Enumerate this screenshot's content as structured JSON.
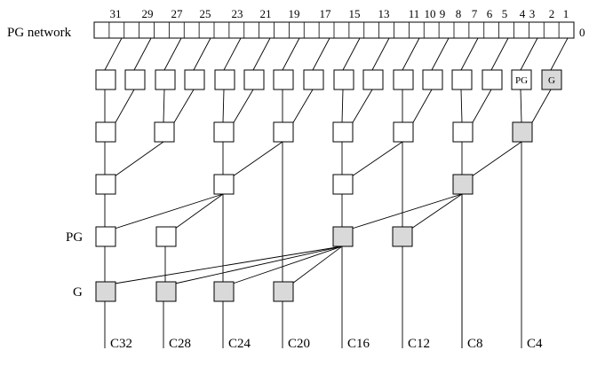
{
  "diagram": {
    "title": "PG network",
    "bit_labels": [
      "31",
      "29",
      "27",
      "25",
      "23",
      "21",
      "19",
      "17",
      "15",
      "13",
      "11",
      "10",
      "9",
      "8",
      "7",
      "6",
      "5",
      "4",
      "3",
      "2",
      "1"
    ],
    "zero_label": "0",
    "pg_level_label": "PG",
    "g_level_label": "G",
    "pg_node_text": "PG",
    "g_node_text": "G",
    "outputs": [
      "C32",
      "C28",
      "C24",
      "C20",
      "C16",
      "C12",
      "C8",
      "C4"
    ],
    "colors": {
      "node_fill": "#ffffff",
      "group_fill": "#d9d9d9",
      "stroke": "#000000"
    }
  }
}
